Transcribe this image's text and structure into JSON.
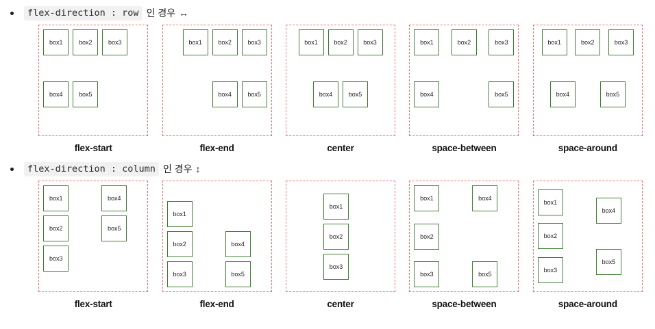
{
  "sections": [
    {
      "id": "row-section",
      "bullet": {
        "code": "flex-direction : row",
        "korean": "인 경우",
        "arrow": "↔",
        "arrow_name": "horizontal-arrow-icon"
      },
      "panels": [
        {
          "label": "flex-start",
          "justify": "flex-start",
          "boxes": [
            "box1",
            "box2",
            "box3",
            "box4",
            "box5"
          ]
        },
        {
          "label": "flex-end",
          "justify": "flex-end",
          "boxes": [
            "box1",
            "box2",
            "box3",
            "box4",
            "box5"
          ]
        },
        {
          "label": "center",
          "justify": "center",
          "boxes": [
            "box1",
            "box2",
            "box3",
            "box4",
            "box5"
          ]
        },
        {
          "label": "space-between",
          "justify": "space-between",
          "boxes": [
            "box1",
            "box2",
            "box3",
            "box4",
            "box5"
          ]
        },
        {
          "label": "space-around",
          "justify": "space-around",
          "boxes": [
            "box1",
            "box2",
            "box3",
            "box4",
            "box5"
          ]
        }
      ]
    },
    {
      "id": "column-section",
      "bullet": {
        "code": "flex-direction : column",
        "korean": "인 경우",
        "arrow": "↕",
        "arrow_name": "vertical-arrow-icon"
      },
      "panels": [
        {
          "label": "flex-start",
          "justify": "flex-start",
          "boxes": [
            "box1",
            "box2",
            "box3",
            "box4",
            "box5"
          ]
        },
        {
          "label": "flex-end",
          "justify": "flex-end",
          "boxes": [
            "box1",
            "box2",
            "box3",
            "box4",
            "box5"
          ]
        },
        {
          "label": "center",
          "justify": "center",
          "boxes": [
            "box1",
            "box2",
            "box3",
            "box4",
            "box5"
          ]
        },
        {
          "label": "space-between",
          "justify": "space-between",
          "boxes": [
            "box1",
            "box2",
            "box3",
            "box4",
            "box5"
          ]
        },
        {
          "label": "space-around",
          "justify": "space-around",
          "boxes": [
            "box1",
            "box2",
            "box3",
            "box4",
            "box5"
          ]
        }
      ]
    }
  ],
  "colors": {
    "panel_border": "#ef6f6a",
    "box_border": "#3e7d32",
    "code_background": "#f1f1f1",
    "text": "#1a1a1a",
    "page_background": "#ffffff"
  }
}
